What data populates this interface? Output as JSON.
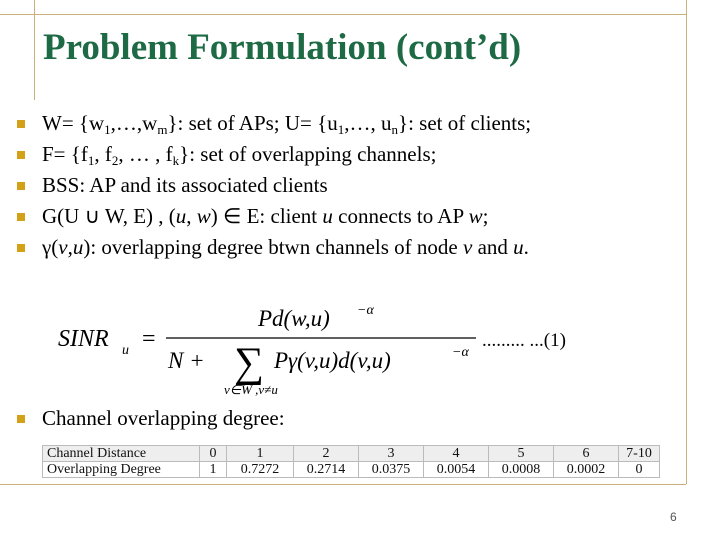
{
  "title": "Problem Formulation (cont’d)",
  "bullets": {
    "b1": {
      "p1": "W= {w",
      "s1": "1",
      "p2": ",…,w",
      "s2": "m",
      "p3": "}: set of APs; U= {u",
      "s3": "1",
      "p4": ",…, u",
      "s4": "n",
      "p5": "}: set of clients;"
    },
    "b2": {
      "p1": "F= {f",
      "s1": "1",
      "p2": ", f",
      "s2": "2",
      "p3": ", … , f",
      "s3": "k",
      "p4": "}: set of overlapping channels;"
    },
    "b3": {
      "text": "BSS: AP and its associated clients"
    },
    "b4": {
      "p1": "G(U ∪ W, E) , (",
      "u1": "u",
      "p2": ", ",
      "w1": "w",
      "p3": ") ∈ E: client ",
      "u2": "u",
      "p4": " connects to AP ",
      "w2": "w",
      "p5": ";"
    },
    "b5": {
      "p1": "γ(",
      "v1": "v",
      "p2": ",",
      "u1": "u",
      "p3": "): overlapping degree btwn channels of node ",
      "v2": "v",
      "p4": " and ",
      "u2": "u",
      "p5": "."
    },
    "b6": {
      "text": "Channel overlapping degree:"
    }
  },
  "formula": {
    "lhs": "SINR",
    "lhs_sub": "u",
    "equals": "=",
    "numerator": "Pd(w,u)",
    "num_exp": "−α",
    "den_n": "N +",
    "sum": "∑",
    "sum_under": "v∈W ,v≠u",
    "den_term": "Pγ(v,u)d(v,u)",
    "den_exp": "−α",
    "tag": "......... ...(1)"
  },
  "table": {
    "rows": [
      {
        "label": "Channel Distance",
        "values": [
          "0",
          "1",
          "2",
          "3",
          "4",
          "5",
          "6",
          "7-10"
        ]
      },
      {
        "label": "Overlapping Degree",
        "values": [
          "1",
          "0.7272",
          "0.2714",
          "0.0375",
          "0.0054",
          "0.0008",
          "0.0002",
          "0"
        ]
      }
    ]
  },
  "page_number": "6",
  "colors": {
    "title": "#1d6a44",
    "bullet": "#d4a017",
    "frame": "#c9b27a"
  }
}
